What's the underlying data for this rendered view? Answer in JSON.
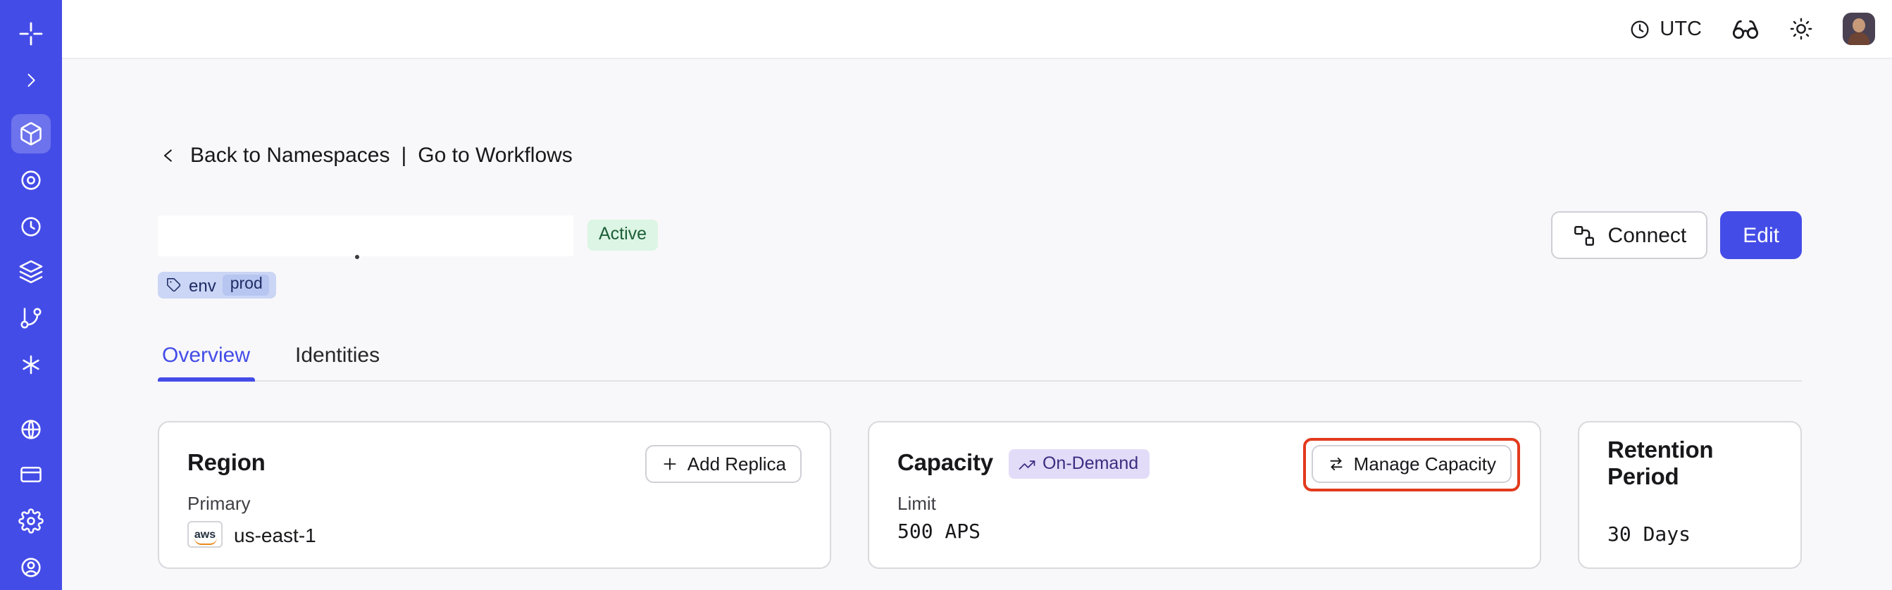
{
  "colors": {
    "sidebar_bg": "#444ce7",
    "accent": "#444ce7",
    "content_bg": "#f8f8fa",
    "active_badge_bg": "#dcf5e4",
    "active_badge_text": "#1d5f38",
    "ondemand_badge_bg": "#e3dcf9",
    "ondemand_badge_text": "#3a2d80",
    "tag_bg": "#cbd5f5",
    "tag_value_bg": "#b7c5f1",
    "annotation": "#e23a1d"
  },
  "topbar": {
    "timezone": "UTC",
    "icons": [
      "clock-icon",
      "labs-goggles-icon",
      "sun-theme-icon",
      "user-avatar"
    ]
  },
  "sidebar": {
    "icons": [
      "temporal-logo-icon",
      "expand-chevron-icon",
      "namespaces-cube-icon",
      "workflows-circle-dot-icon",
      "schedules-clock-icon",
      "deployments-layers-icon",
      "batch-branch-icon",
      "nexus-asterisk-icon",
      "globe-icon",
      "billing-card-icon",
      "settings-gear-icon",
      "account-user-icon"
    ],
    "active_item": "namespaces"
  },
  "breadcrumb": {
    "back_label": "Back to Namespaces",
    "separator": "|",
    "workflows_label": "Go to Workflows"
  },
  "namespace": {
    "name_redacted": true,
    "status": "Active",
    "tag_key": "env",
    "tag_value": "prod"
  },
  "actions": {
    "connect": "Connect",
    "edit": "Edit"
  },
  "tabs": [
    {
      "label": "Overview",
      "active": true
    },
    {
      "label": "Identities",
      "active": false
    }
  ],
  "cards": {
    "region": {
      "title": "Region",
      "action": "Add Replica",
      "label": "Primary",
      "provider": "aws",
      "value": "us-east-1"
    },
    "capacity": {
      "title": "Capacity",
      "badge": "On-Demand",
      "action": "Manage Capacity",
      "label": "Limit",
      "value": "500 APS",
      "annotated": true
    },
    "retention": {
      "title": "Retention Period",
      "value": "30 Days"
    }
  }
}
